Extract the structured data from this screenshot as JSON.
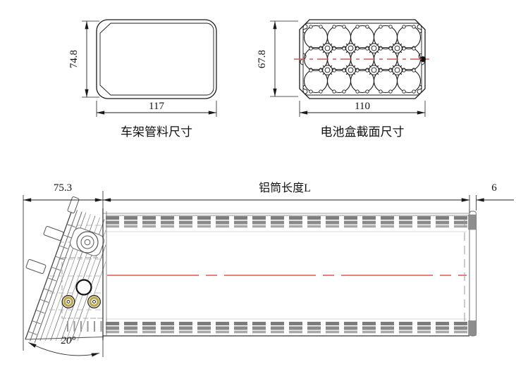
{
  "colors": {
    "line": "#1a1a1a",
    "detail_gray": "#777777",
    "centerline_red": "#e05555",
    "terminal_gold": "#bfa844"
  },
  "frame_tube_view": {
    "caption": "车架管料尺寸",
    "width_dim": "117",
    "height_dim": "74.8"
  },
  "battery_box_view": {
    "caption": "电池盒截面尺寸",
    "width_dim": "110",
    "height_dim": "67.8",
    "cells": {
      "rows": 3,
      "cols": 5
    }
  },
  "tube_view": {
    "cap_length_dim": "75.3",
    "tube_length_label": "铝筒长度L",
    "end_cap_thickness_dim": "6",
    "cap_tilt_angle": "20°"
  }
}
